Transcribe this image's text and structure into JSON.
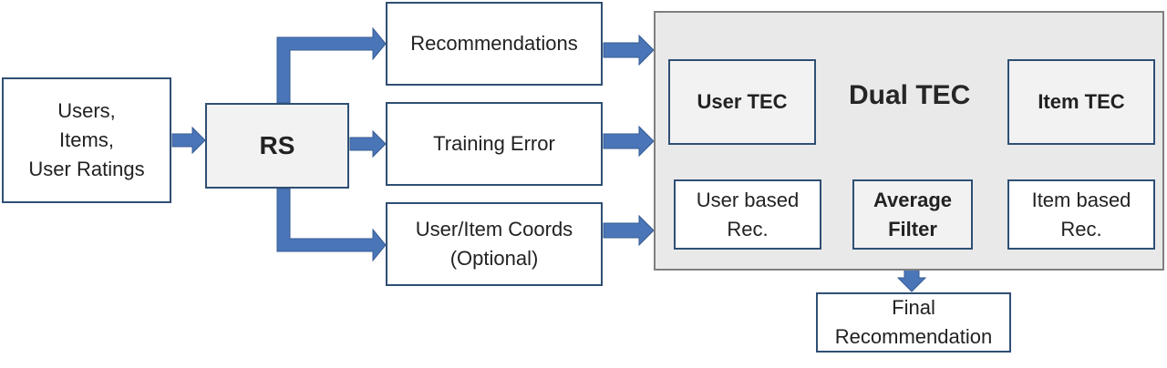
{
  "colors": {
    "arrow_fill": "#4a76b8",
    "arrow_edge": "#355b93",
    "box_border": "#2f4f74",
    "panel_bg": "#e9e9e9"
  },
  "nodes": {
    "input": {
      "lines": [
        "Users,",
        "Items,",
        "User Ratings"
      ]
    },
    "rs": {
      "lines": [
        "RS"
      ]
    },
    "recommendations": {
      "lines": [
        "Recommendations"
      ]
    },
    "training_error": {
      "lines": [
        "Training Error"
      ]
    },
    "coords": {
      "lines": [
        "User/Item Coords",
        "(Optional)"
      ]
    },
    "dual_tec": {
      "title": "Dual TEC"
    },
    "user_tec": {
      "lines": [
        "User TEC"
      ]
    },
    "item_tec": {
      "lines": [
        "Item TEC"
      ]
    },
    "user_rec": {
      "lines": [
        "User based",
        "Rec."
      ]
    },
    "average_filter": {
      "lines": [
        "Average",
        "Filter"
      ]
    },
    "item_rec": {
      "lines": [
        "Item based",
        "Rec."
      ]
    },
    "final": {
      "lines": [
        "Final",
        "Recommendation"
      ]
    }
  }
}
